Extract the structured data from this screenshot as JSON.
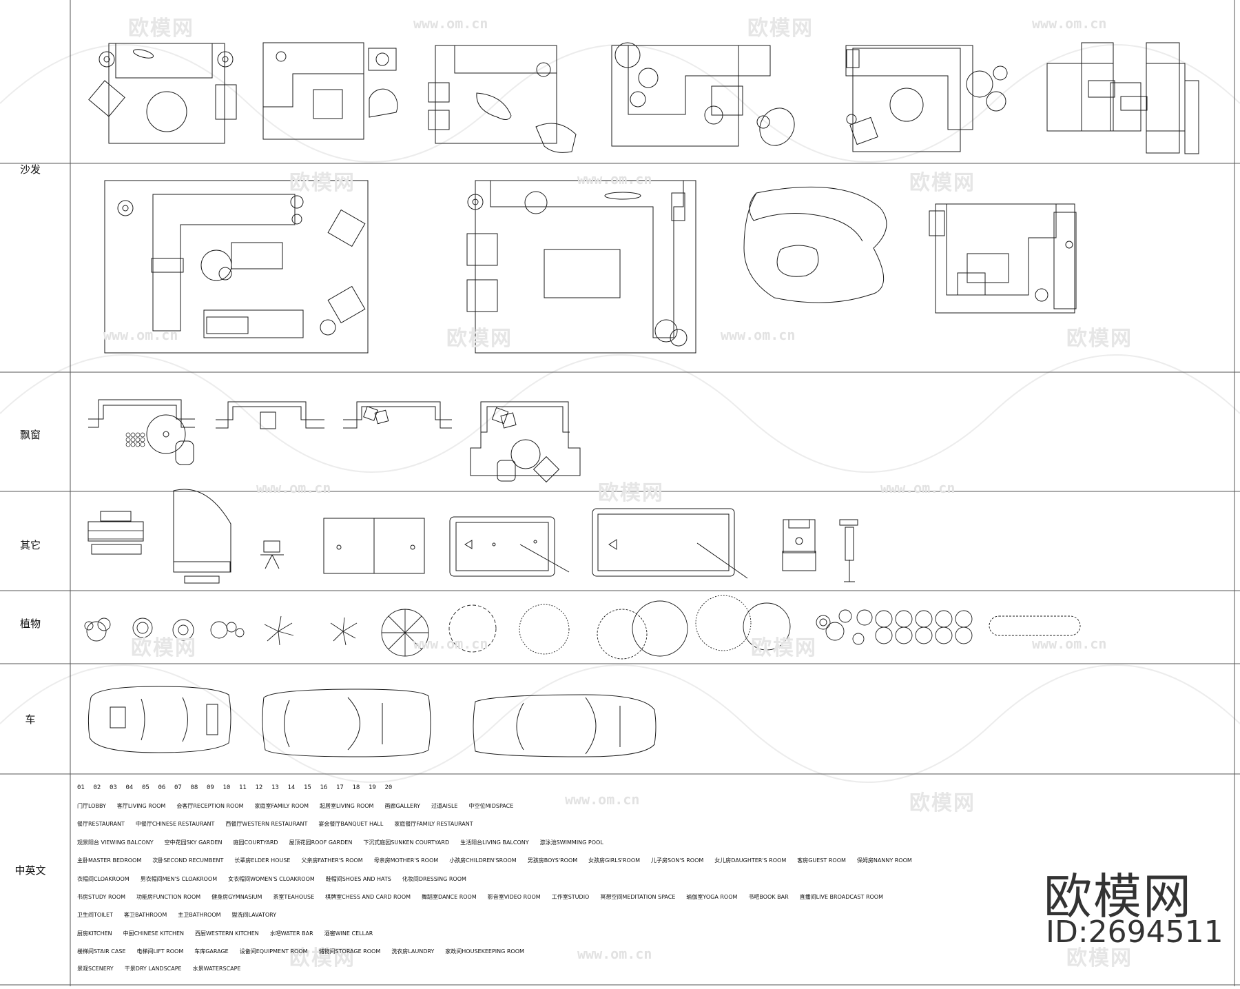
{
  "sections": {
    "sofa": "沙发",
    "bay_window": "飘窗",
    "other": "其它",
    "plants": "植物",
    "cars": "车",
    "bilingual": "中英文"
  },
  "watermark": {
    "brand": "欧模网",
    "url": "www.om.cn"
  },
  "numbers": [
    "01",
    "02",
    "03",
    "04",
    "05",
    "06",
    "07",
    "08",
    "09",
    "10",
    "11",
    "12",
    "13",
    "14",
    "15",
    "16",
    "17",
    "18",
    "19",
    "20"
  ],
  "legend_lines": [
    [
      "门厅LOBBY",
      "客厅LIVING ROOM",
      "会客厅RECEPTION ROOM",
      "家庭室FAMILY ROOM",
      "起居室LIVING ROOM",
      "画廊GALLERY",
      "过道AISLE",
      "中空位MIDSPACE"
    ],
    [
      "餐厅RESTAURANT",
      "中餐厅CHINESE RESTAURANT",
      "西餐厅WESTERN RESTAURANT",
      "宴会餐厅BANQUET HALL",
      "家庭餐厅FAMILY RESTAURANT"
    ],
    [
      "观景阳台 VIEWING BALCONY",
      "空中花园SKY GARDEN",
      "庭园COURTYARD",
      "屋顶花园ROOF GARDEN",
      "下沉式庭园SUNKEN COURTYARD",
      "生活阳台LIVING BALCONY",
      "游泳池SWIMMING POOL"
    ],
    [
      "主卧MASTER BEDROOM",
      "次卧SECOND RECUMBENT",
      "长辈房ELDER HOUSE",
      "父亲房FATHER'S ROOM",
      "母亲房MOTHER'S ROOM",
      "小孩房CHILDREN'SROOM",
      "男孩房BOYS'ROOM",
      "女孩房GIRLS'ROOM",
      "儿子房SON'S ROOM",
      "女儿房DAUGHTER'S ROOM",
      "客房GUEST ROOM",
      "保姆房NANNY ROOM"
    ],
    [
      "衣帽间CLOAKROOM",
      "男衣帽间MEN'S CLOAKROOM",
      "女衣帽间WOMEN'S CLOAKROOM",
      "鞋帽间SHOES AND HATS",
      "化妆间DRESSING ROOM"
    ],
    [
      "书房STUDY ROOM",
      "功能房FUNCTION ROOM",
      "健身房GYMNASIUM",
      "茶室TEAHOUSE",
      "棋牌室CHESS AND CARD ROOM",
      "舞蹈室DANCE ROOM",
      "影音室VIDEO ROOM",
      "工作室STUDIO",
      "冥想空间MEDITATION SPACE",
      "瑜伽室YOGA ROOM",
      "书吧BOOK BAR",
      "直播间LIVE BROADCAST ROOM"
    ],
    [
      "卫生间TOILET",
      "客卫BATHROOM",
      "主卫BATHROOM",
      "盥洗间LAVATORY"
    ],
    [
      "厨房KITCHEN",
      "中厨CHINESE KITCHEN",
      "西厨WESTERN KITCHEN",
      "水吧WATER BAR",
      "酒窖WINE CELLAR"
    ],
    [
      "楼梯间STAIR CASE",
      "电梯间LIFT ROOM",
      "车库GARAGE",
      "设备间EQUIPMENT ROOM",
      "储物间STORAGE ROOM",
      "洗衣房LAUNDRY",
      "家政间HOUSEKEEPING ROOM"
    ],
    [
      "景观SCENERY",
      "干景DRY LANDSCAPE",
      "水景WATERSCAPE"
    ]
  ],
  "brand_mark": "欧模网",
  "model_id": "ID:2694511"
}
